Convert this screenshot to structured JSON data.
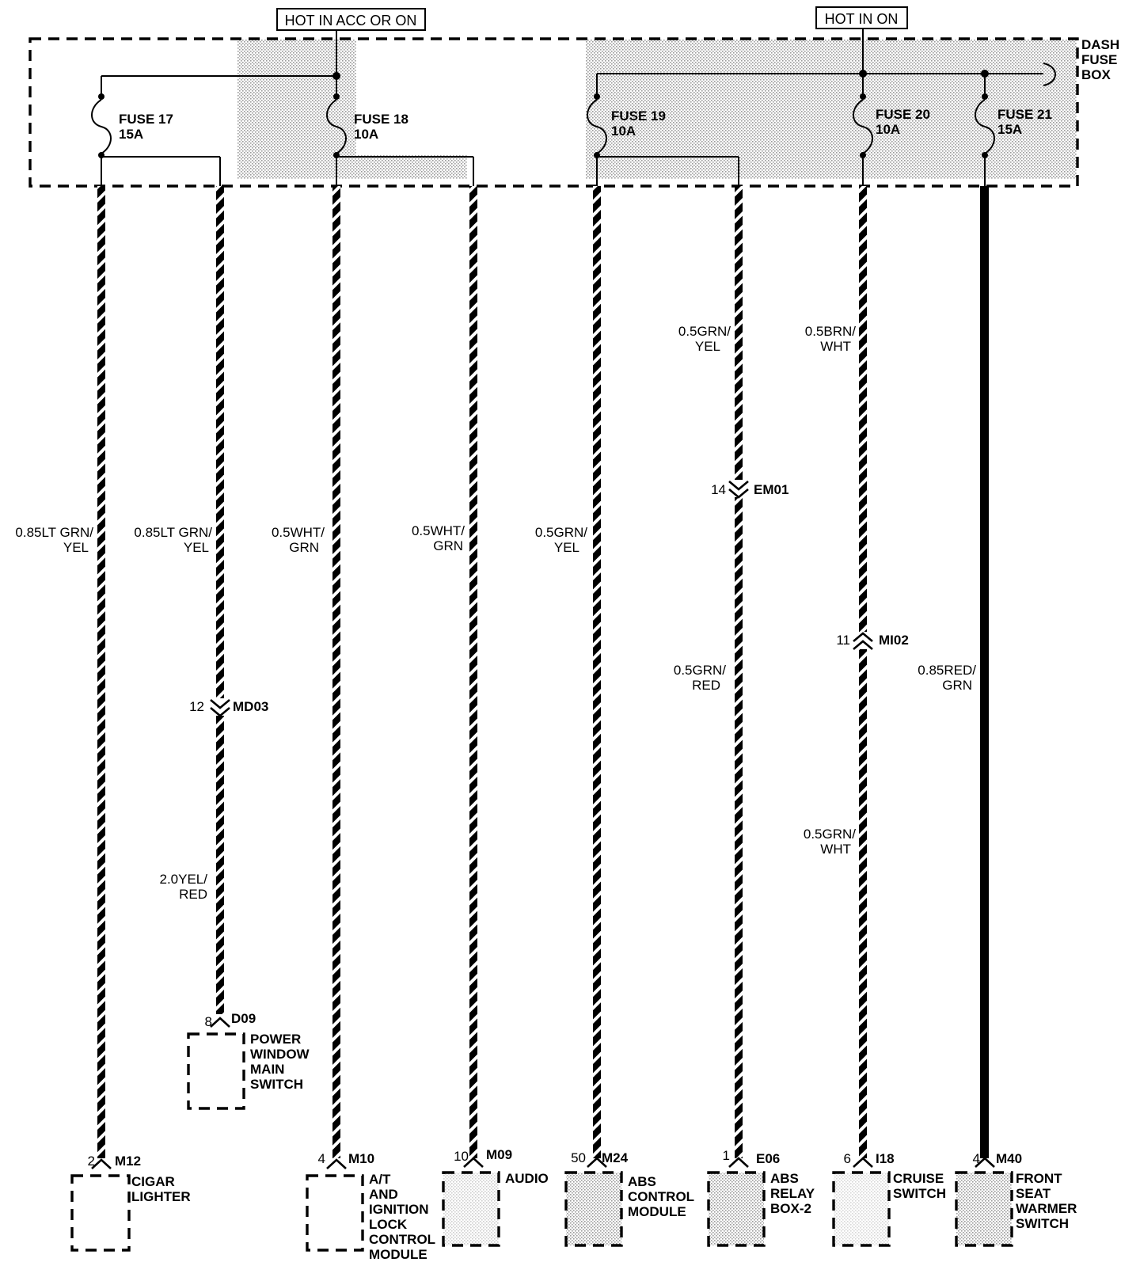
{
  "supplies": {
    "acc": "HOT IN ACC OR ON",
    "on": "HOT IN ON"
  },
  "fuse_box": {
    "line1": "DASH",
    "line2": "FUSE",
    "line3": "BOX"
  },
  "fuses": [
    {
      "name": "FUSE 17",
      "rating": "15A"
    },
    {
      "name": "FUSE 18",
      "rating": "10A"
    },
    {
      "name": "FUSE 19",
      "rating": "10A"
    },
    {
      "name": "FUSE 20",
      "rating": "10A"
    },
    {
      "name": "FUSE 21",
      "rating": "15A"
    }
  ],
  "wires": [
    {
      "l1": "0.85LT GRN/",
      "l2": "YEL"
    },
    {
      "l1": "0.85LT GRN/",
      "l2": "YEL"
    },
    {
      "l1": "2.0YEL/",
      "l2": "RED"
    },
    {
      "l1": "0.5WHT/",
      "l2": "GRN"
    },
    {
      "l1": "0.5WHT/",
      "l2": "GRN"
    },
    {
      "l1": "0.5GRN/",
      "l2": "YEL"
    },
    {
      "l1": "0.5GRN/",
      "l2": "YEL"
    },
    {
      "l1": "0.5GRN/",
      "l2": "RED"
    },
    {
      "l1": "0.5BRN/",
      "l2": "WHT"
    },
    {
      "l1": "0.5GRN/",
      "l2": "WHT"
    },
    {
      "l1": "0.85RED/",
      "l2": "GRN"
    }
  ],
  "inline_connectors": [
    {
      "pin": "12",
      "name": "MD03"
    },
    {
      "pin": "14",
      "name": "EM01"
    },
    {
      "pin": "11",
      "name": "MI02"
    }
  ],
  "components": [
    {
      "pin": "8",
      "conn": "D09",
      "lines": [
        "POWER",
        "WINDOW",
        "MAIN",
        "SWITCH"
      ]
    },
    {
      "pin": "2",
      "conn": "M12",
      "lines": [
        "CIGAR",
        "LIGHTER"
      ]
    },
    {
      "pin": "4",
      "conn": "M10",
      "lines": [
        "A/T",
        "AND",
        "IGNITION",
        "LOCK",
        "CONTROL",
        "MODULE"
      ]
    },
    {
      "pin": "10",
      "conn": "M09",
      "lines": [
        "AUDIO"
      ]
    },
    {
      "pin": "50",
      "conn": "M24",
      "lines": [
        "ABS",
        "CONTROL",
        "MODULE"
      ]
    },
    {
      "pin": "1",
      "conn": "E06",
      "lines": [
        "ABS",
        "RELAY",
        "BOX-2"
      ]
    },
    {
      "pin": "6",
      "conn": "I18",
      "lines": [
        "CRUISE",
        "SWITCH"
      ]
    },
    {
      "pin": "4",
      "conn": "M40",
      "lines": [
        "FRONT",
        "SEAT",
        "WARMER",
        "SWITCH"
      ]
    }
  ]
}
